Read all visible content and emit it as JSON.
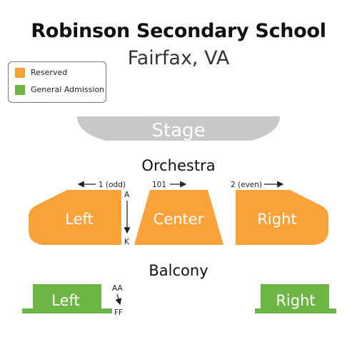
{
  "header": {
    "title": "Robinson Secondary School",
    "subtitle": "Fairfax, VA"
  },
  "legend": {
    "items": [
      {
        "label": "Reserved",
        "color": "#f9a23a"
      },
      {
        "label": "General Admission",
        "color": "#6db544"
      }
    ]
  },
  "colors": {
    "reserved": "#f9a23a",
    "general_admission": "#6db544",
    "stage": "#c8c8c8"
  },
  "stage": {
    "label": "Stage"
  },
  "orchestra": {
    "label": "Orchestra",
    "sections": {
      "left": "Left",
      "center": "Center",
      "right": "Right"
    },
    "seat_guides": {
      "left": "1 (odd)",
      "center": "101",
      "right": "2 (even)"
    },
    "rows": {
      "first": "A",
      "last": "K"
    }
  },
  "balcony": {
    "label": "Balcony",
    "sections": {
      "left": "Left",
      "right": "Right"
    },
    "rows": {
      "first": "AA",
      "last": "FF"
    }
  }
}
